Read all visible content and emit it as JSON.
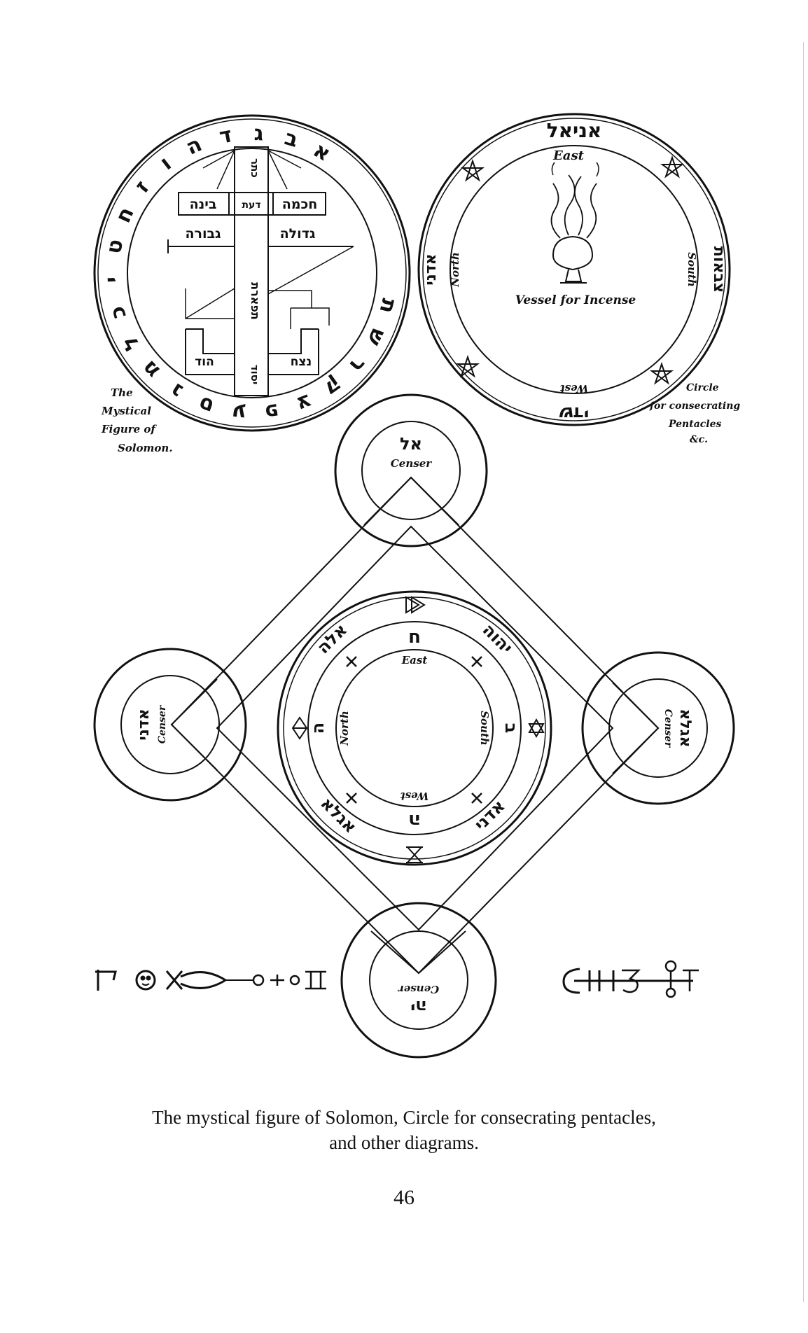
{
  "solomon_figure": {
    "label_lines": [
      "The",
      "Mystical",
      "Figure of",
      "Solomon."
    ],
    "sephiroth": {
      "chokmah": "חכמה",
      "daath": "דעת",
      "binah": "בינה",
      "gedulah": "גדולה",
      "geburah": "גבורה",
      "tiphareth": "תפארת",
      "netzach": "נצח",
      "hod": "הוד",
      "yesod": "יסוד",
      "keter": "כתר"
    },
    "ring_letters": [
      "א",
      "ב",
      "ג",
      "ד",
      "ה",
      "ו",
      "ז",
      "ח",
      "ט",
      "י",
      "כ",
      "ל",
      "מ",
      "נ",
      "ס",
      "ע",
      "פ",
      "צ",
      "ק",
      "ר",
      "ש",
      "ת"
    ]
  },
  "incense_circle": {
    "top_name": "אניאל",
    "left_name": "אדני",
    "right_name": "צבאות",
    "bottom_name": "שדי",
    "east": "East",
    "north": "North",
    "south": "South",
    "west": "West",
    "vessel_label": "Vessel for Incense",
    "label_lines": [
      "Circle",
      "for consecrating",
      "Pentacles",
      "&c."
    ]
  },
  "censers": {
    "top": {
      "name": "אל",
      "label": "Censer"
    },
    "left": {
      "name": "אדני",
      "label": "Censer"
    },
    "right": {
      "name": "אגלא",
      "label": "Censer"
    },
    "bottom": {
      "name": "יה",
      "label": "Censer"
    }
  },
  "central_circle": {
    "east": "East",
    "north": "North",
    "south": "South",
    "west": "West",
    "top_letter": "ח",
    "left_letter": "ה",
    "right_letter": "ב",
    "bottom_letter": "ה",
    "upper_left_name": "אלה",
    "upper_right_name": "יהוה",
    "lower_left_name": "אגלא",
    "lower_right_name": "אדני"
  },
  "caption": {
    "line1": "The mystical figure of Solomon, Circle for consecrating pentacles,",
    "line2": "and other diagrams."
  },
  "page_number": "46"
}
